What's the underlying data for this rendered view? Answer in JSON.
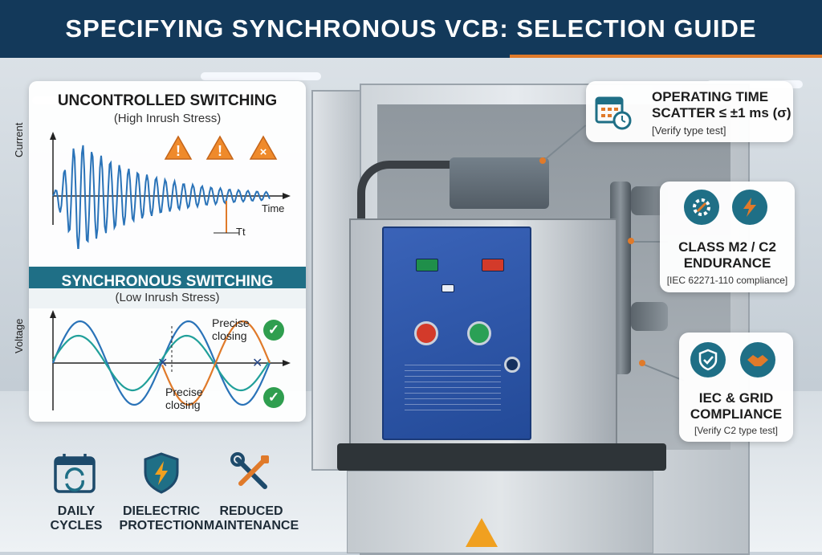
{
  "header": {
    "title": "SPECIFYING SYNCHRONOUS VCB: SELECTION GUIDE"
  },
  "uncontrolled": {
    "title": "UNCONTROLLED SWITCHING",
    "subtitle": "(High Inrush Stress)",
    "y_label": "Current",
    "x_label": "Time",
    "delta_label": "Tt"
  },
  "synchronous": {
    "title": "SYNCHRONOUS SWITCHING",
    "subtitle": "(Low Inrush Stress)",
    "y_label": "Voltage",
    "annotation_upper": "Precise closing",
    "annotation_lower": "Precise closing"
  },
  "callouts": {
    "operating_time": {
      "title_line1": "OPERATING TIME",
      "title_line2": "SCATTER ≤ ±1 ms (σ)",
      "note": "[Verify type test]"
    },
    "endurance": {
      "title_line1": "CLASS M2 / C2",
      "title_line2": "ENDURANCE",
      "note": "[IEC 62271-110 compliance]"
    },
    "compliance": {
      "title_line1": "IEC & GRID",
      "title_line2": "COMPLIANCE",
      "note": "[Verify C2 type test]"
    }
  },
  "benefits": [
    {
      "line1": "DAILY",
      "line2": "CYCLES",
      "icon": "calendar-cycle-icon"
    },
    {
      "line1": "DIELECTRIC",
      "line2": "PROTECTION",
      "icon": "shield-bolt-icon"
    },
    {
      "line1": "REDUCED",
      "line2": "MAINTENANCE",
      "icon": "wrench-screwdriver-icon"
    }
  ],
  "colors": {
    "navy": "#13395a",
    "teal": "#1f6f86",
    "orange": "#e07a2a",
    "blue_wave": "#2a73b8",
    "green_check": "#2f9e4f"
  }
}
